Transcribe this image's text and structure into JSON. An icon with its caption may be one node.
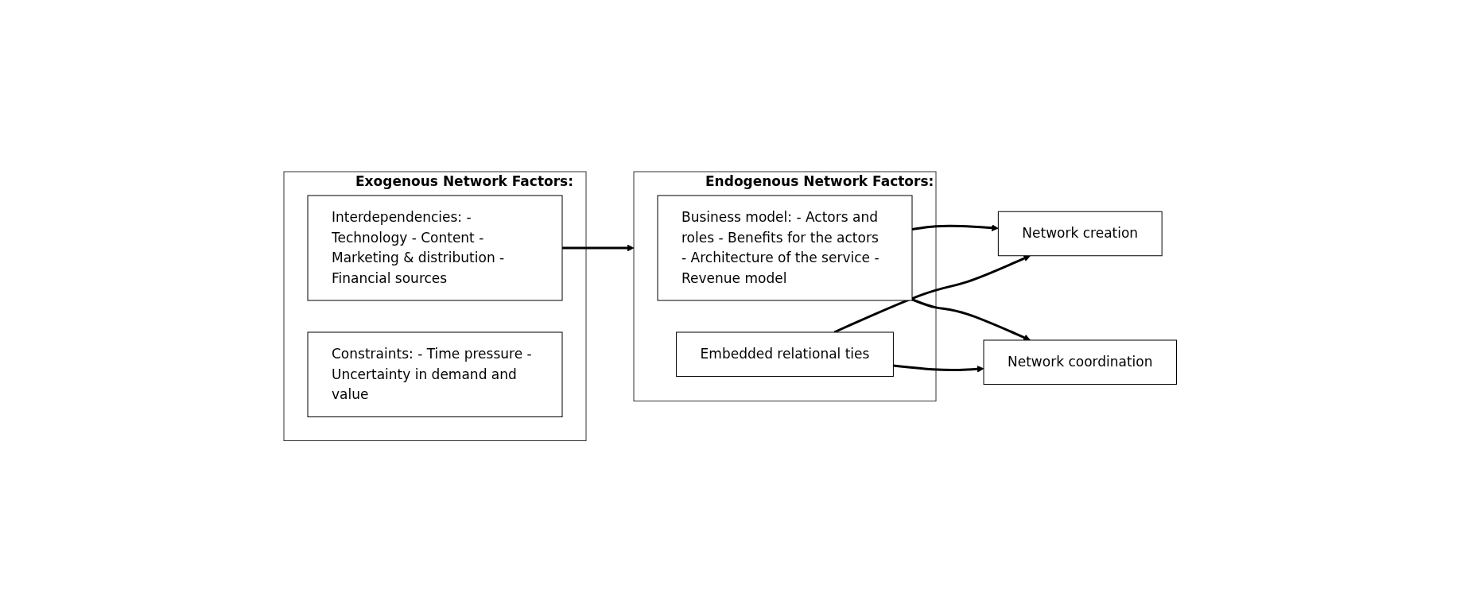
{
  "diagram": {
    "nodes": [
      {
        "text": [
          "Exogenous Network Factors:"
        ]
      },
      {
        "text": [
          "Interdependencies: - Technology - Content - Marketing & distribution - Financial sources"
        ],
        "in": 0
      },
      {
        "text": [
          "Constraints: - Time pressure - Uncertainty in demand and value"
        ],
        "in": 0
      },
      {
        "text": [
          "Endogenous Network Factors:"
        ]
      },
      {
        "text": [
          "Business model: - Actors and roles - Benefits for the actors - Architecture of the service - Revenue model"
        ],
        "in": 3
      },
      {
        "text": [
          "Embedded relational ties"
        ],
        "in": 3
      },
      {
        "text": [
          "Network creation"
        ]
      },
      {
        "text": [
          "Network coordination"
        ]
      }
    ],
    "edges": [
      {
        "from": 1,
        "to": 3,
        "arrow": "to"
      },
      {
        "from": 4,
        "to": 6,
        "arrow": "to"
      },
      {
        "from": 5,
        "to": 6,
        "arrow": "to"
      },
      {
        "from": 4,
        "to": 7,
        "arrow": "to"
      },
      {
        "from": 5,
        "to": 7,
        "arrow": "to"
      }
    ]
  }
}
